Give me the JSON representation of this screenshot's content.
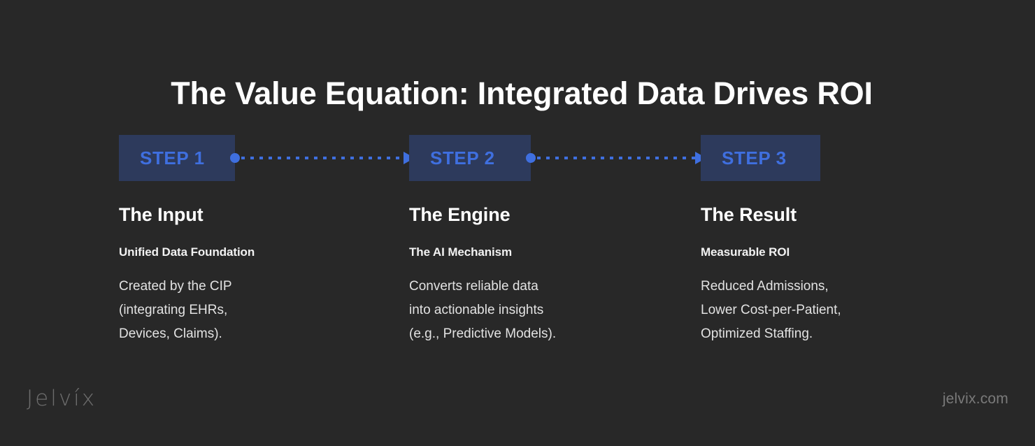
{
  "slide": {
    "title": "The Value Equation: Integrated Data Drives ROI",
    "background_color": "#282828",
    "accent_color": "#3f6fdf",
    "box_color": "#2d3a5c"
  },
  "steps": [
    {
      "label": "STEP 1"
    },
    {
      "label": "STEP 2"
    },
    {
      "label": "STEP 3"
    }
  ],
  "columns": [
    {
      "heading": "The Input",
      "subheading": "Unified Data Foundation",
      "body": "Created by the CIP\n(integrating EHRs,\nDevices, Claims)."
    },
    {
      "heading": "The Engine",
      "subheading": "The AI Mechanism",
      "body": "Converts reliable data\ninto actionable insights\n(e.g., Predictive Models)."
    },
    {
      "heading": "The Result",
      "subheading": "Measurable ROI",
      "body": "Reduced Admissions,\nLower Cost-per-Patient,\nOptimized Staffing."
    }
  ],
  "footer": {
    "logo_text": "Jelvíx",
    "url": "jelvix.com"
  }
}
